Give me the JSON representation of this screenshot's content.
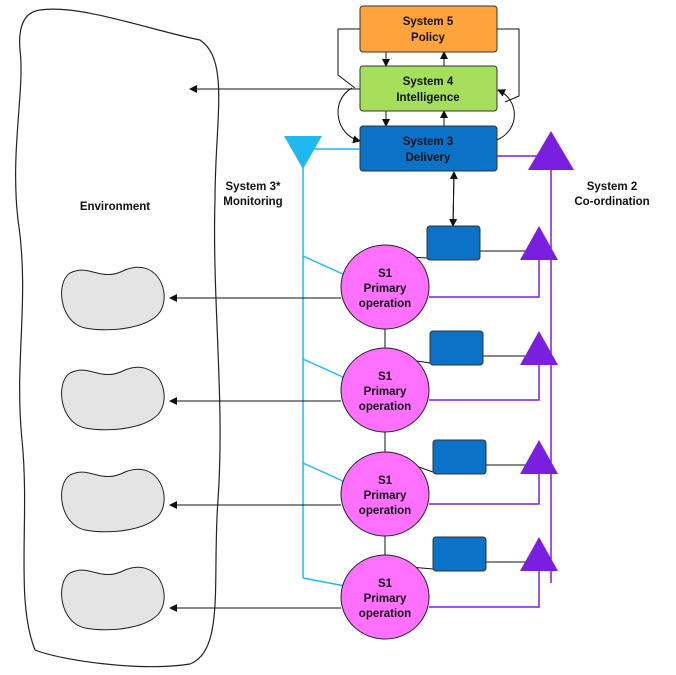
{
  "colors": {
    "policy": "#FFA43C",
    "intelligence": "#A6DF5C",
    "delivery": "#0A72C7",
    "primary": "#FF70FF",
    "coordination": "#7A1FE0",
    "monitoring": "#1FB8F0",
    "environment_unit": "#E4E4E4"
  },
  "system5": {
    "line1": "System 5",
    "line2": "Policy"
  },
  "system4": {
    "line1": "System 4",
    "line2": "Intelligence"
  },
  "system3": {
    "line1": "System 3",
    "line2": "Delivery"
  },
  "system3star": {
    "line1": "System 3*",
    "line2": "Monitoring"
  },
  "system2": {
    "line1": "System 2",
    "line2": "Co-ordination"
  },
  "environment": {
    "label": "Environment"
  },
  "operations": [
    {
      "line1": "S1",
      "line2": "Primary",
      "line3": "operation"
    },
    {
      "line1": "S1",
      "line2": "Primary",
      "line3": "operation"
    },
    {
      "line1": "S1",
      "line2": "Primary",
      "line3": "operation"
    },
    {
      "line1": "S1",
      "line2": "Primary",
      "line3": "operation"
    }
  ]
}
